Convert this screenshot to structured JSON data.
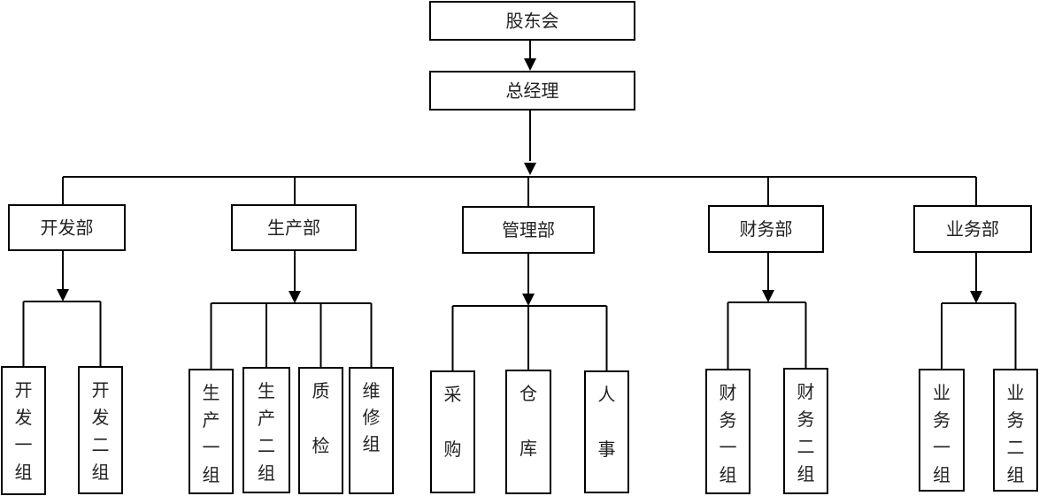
{
  "diagram": {
    "type": "org-chart",
    "root": {
      "label": "股东会",
      "children": [
        {
          "label": "总经理",
          "children": [
            {
              "label": "开发部",
              "children": [
                {
                  "label": "开发一组"
                },
                {
                  "label": "开发二组"
                }
              ]
            },
            {
              "label": "生产部",
              "children": [
                {
                  "label": "生产一组"
                },
                {
                  "label": "生产二组"
                },
                {
                  "label": "质检"
                },
                {
                  "label": "维修组"
                }
              ]
            },
            {
              "label": "管理部",
              "children": [
                {
                  "label": "采购"
                },
                {
                  "label": "仓库"
                },
                {
                  "label": "人事"
                }
              ]
            },
            {
              "label": "财务部",
              "children": [
                {
                  "label": "财务一组"
                },
                {
                  "label": "财务二组"
                }
              ]
            },
            {
              "label": "业务部",
              "children": [
                {
                  "label": "业务一组"
                },
                {
                  "label": "业务二组"
                }
              ]
            }
          ]
        }
      ]
    }
  },
  "colors": {
    "stroke": "#000000",
    "text": "#222222",
    "background": "#ffffff"
  }
}
